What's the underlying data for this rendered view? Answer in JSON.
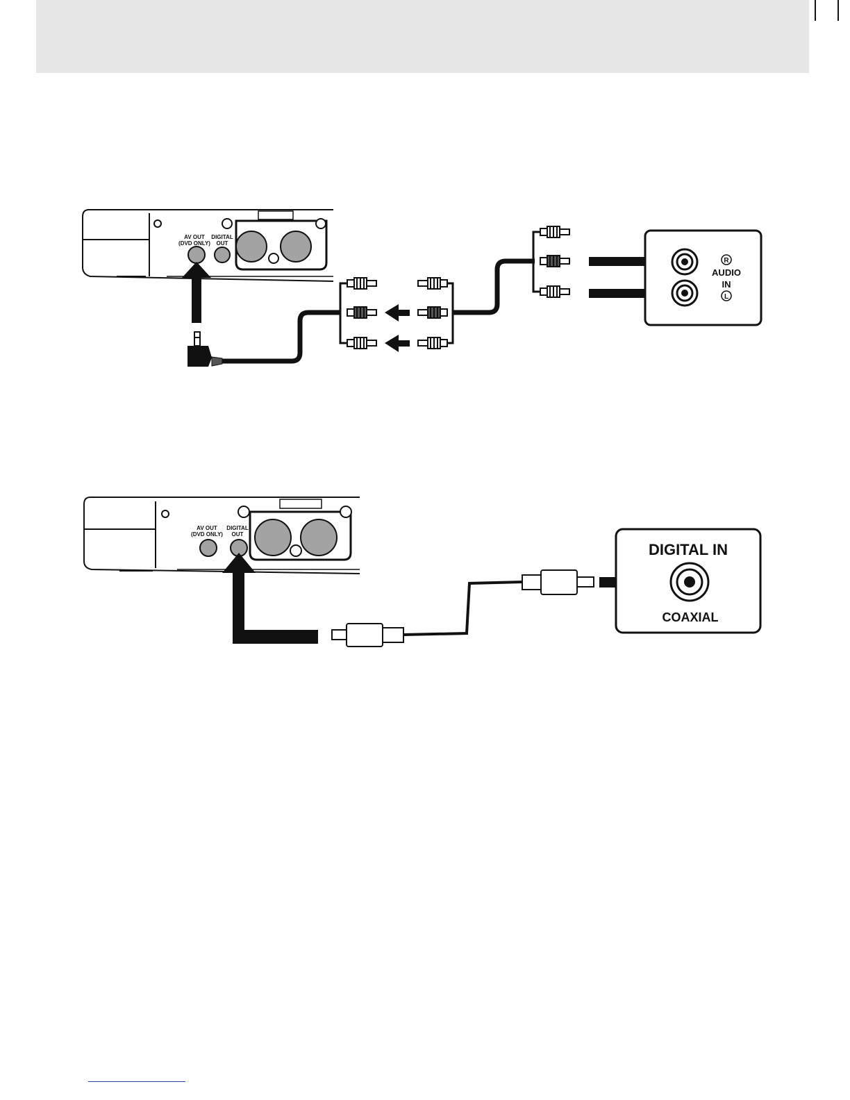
{
  "figure1": {
    "player_labels": {
      "av_out_line1": "AV OUT",
      "av_out_line2": "(DVD ONLY)",
      "digital_out_line1": "DIGITAL",
      "digital_out_line2": "OUT"
    },
    "receiver_labels": {
      "right": "R",
      "audio": "AUDIO",
      "in": "IN",
      "left": "L"
    }
  },
  "figure2": {
    "player_labels": {
      "av_out_line1": "AV OUT",
      "av_out_line2": "(DVD ONLY)",
      "digital_out_line1": "DIGITAL",
      "digital_out_line2": "OUT"
    },
    "receiver_labels": {
      "digital_in": "DIGITAL IN",
      "coaxial": "COAXIAL"
    }
  },
  "colors": {
    "header_band": "#e6e6e7",
    "knob_fill": "#a3a3a3",
    "ink": "#111111",
    "footer_rule": "#2a3f9a"
  }
}
